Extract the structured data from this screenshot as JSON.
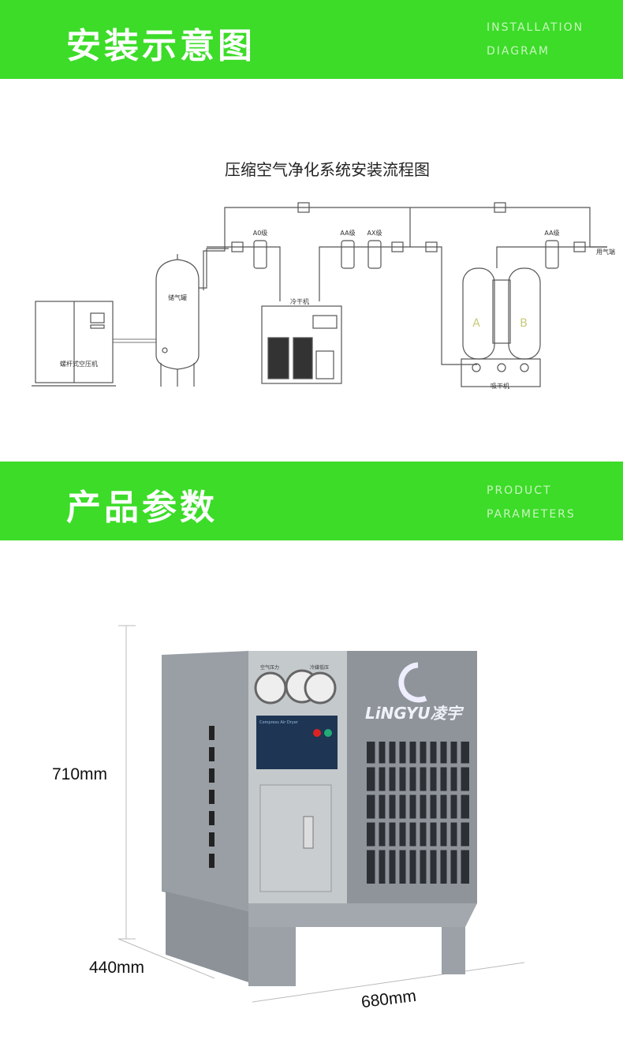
{
  "section1": {
    "title": "安装示意图",
    "en_line1": "INSTALLATION",
    "en_line2": "DIAGRAM"
  },
  "diagram": {
    "title": "压缩空气净化系统安装流程图",
    "compressor": "螺杆式空压机",
    "tank": "储气罐",
    "cold_dryer": "冷干机",
    "adsorption_dryer": "吸干机",
    "outlet": "用气端",
    "filter_a0": "A0级",
    "filter_aa1": "AA级",
    "filter_ax": "AX级",
    "filter_aa2": "AA级",
    "tower_a": "A",
    "tower_b": "B"
  },
  "section2": {
    "title": "产品参数",
    "en_line1": "PRODUCT",
    "en_line2": "PARAMETERS"
  },
  "product": {
    "brand": "LiNGYU凌宇",
    "gauge1": "空气压力",
    "gauge2": "冷媒低压",
    "panel_title": "Compress Air Dryer",
    "height": "710mm",
    "depth": "440mm",
    "width": "680mm"
  },
  "colors": {
    "accent": "#3cdc28",
    "machine": "#8c9198"
  }
}
